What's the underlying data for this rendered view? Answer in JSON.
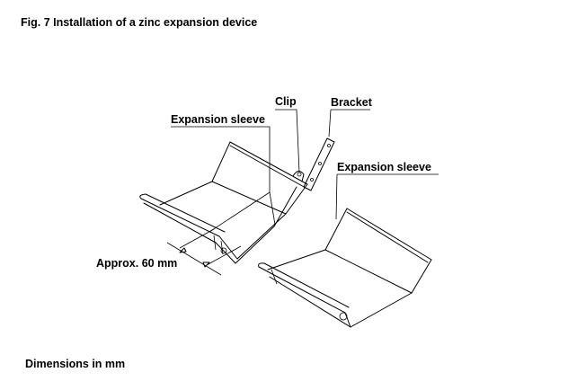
{
  "figure": {
    "title": "Fig. 7  Installation of a zinc expansion device",
    "footer": "Dimensions in mm"
  },
  "labels": {
    "expansion_sleeve_left": "Expansion sleeve",
    "clip": "Clip",
    "bracket": "Bracket",
    "expansion_sleeve_right": "Expansion sleeve",
    "dimension": "Approx. 60 mm"
  }
}
